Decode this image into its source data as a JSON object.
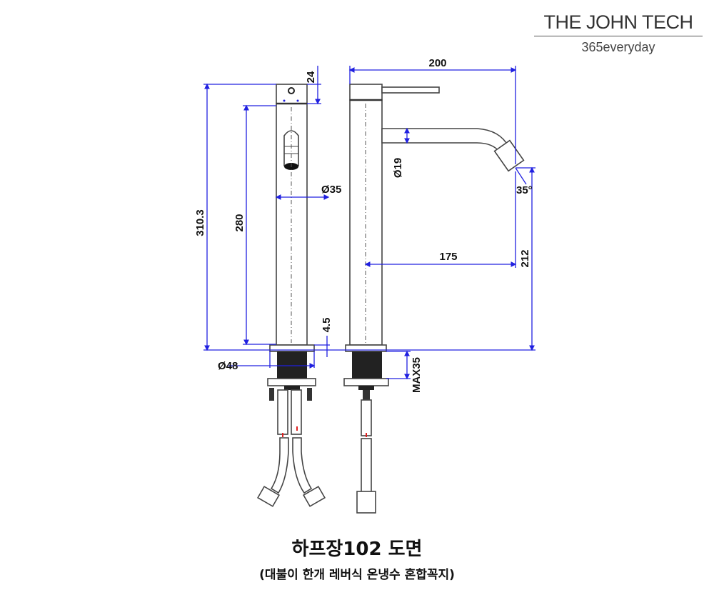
{
  "brand": {
    "name": "THE JOHN TECH",
    "tagline": "365everyday"
  },
  "title": "하프장102 도면",
  "subtitle": "(대불이 한개 레버식 온냉수 혼합꼭지)",
  "dimensions": {
    "cap_height": "24",
    "total_height": "310.3",
    "body_height": "280",
    "body_diameter": "Ø35",
    "base_gap": "4.5",
    "base_diameter": "Ø48",
    "total_width": "200",
    "spout_diameter": "Ø19",
    "spout_reach": "175",
    "spout_height": "212",
    "spout_angle": "35°",
    "max_counter": "MAX35"
  },
  "colors": {
    "dimension_line": "#2020e0",
    "outline": "#444444",
    "block": "#222222",
    "marker": "#e02020"
  }
}
